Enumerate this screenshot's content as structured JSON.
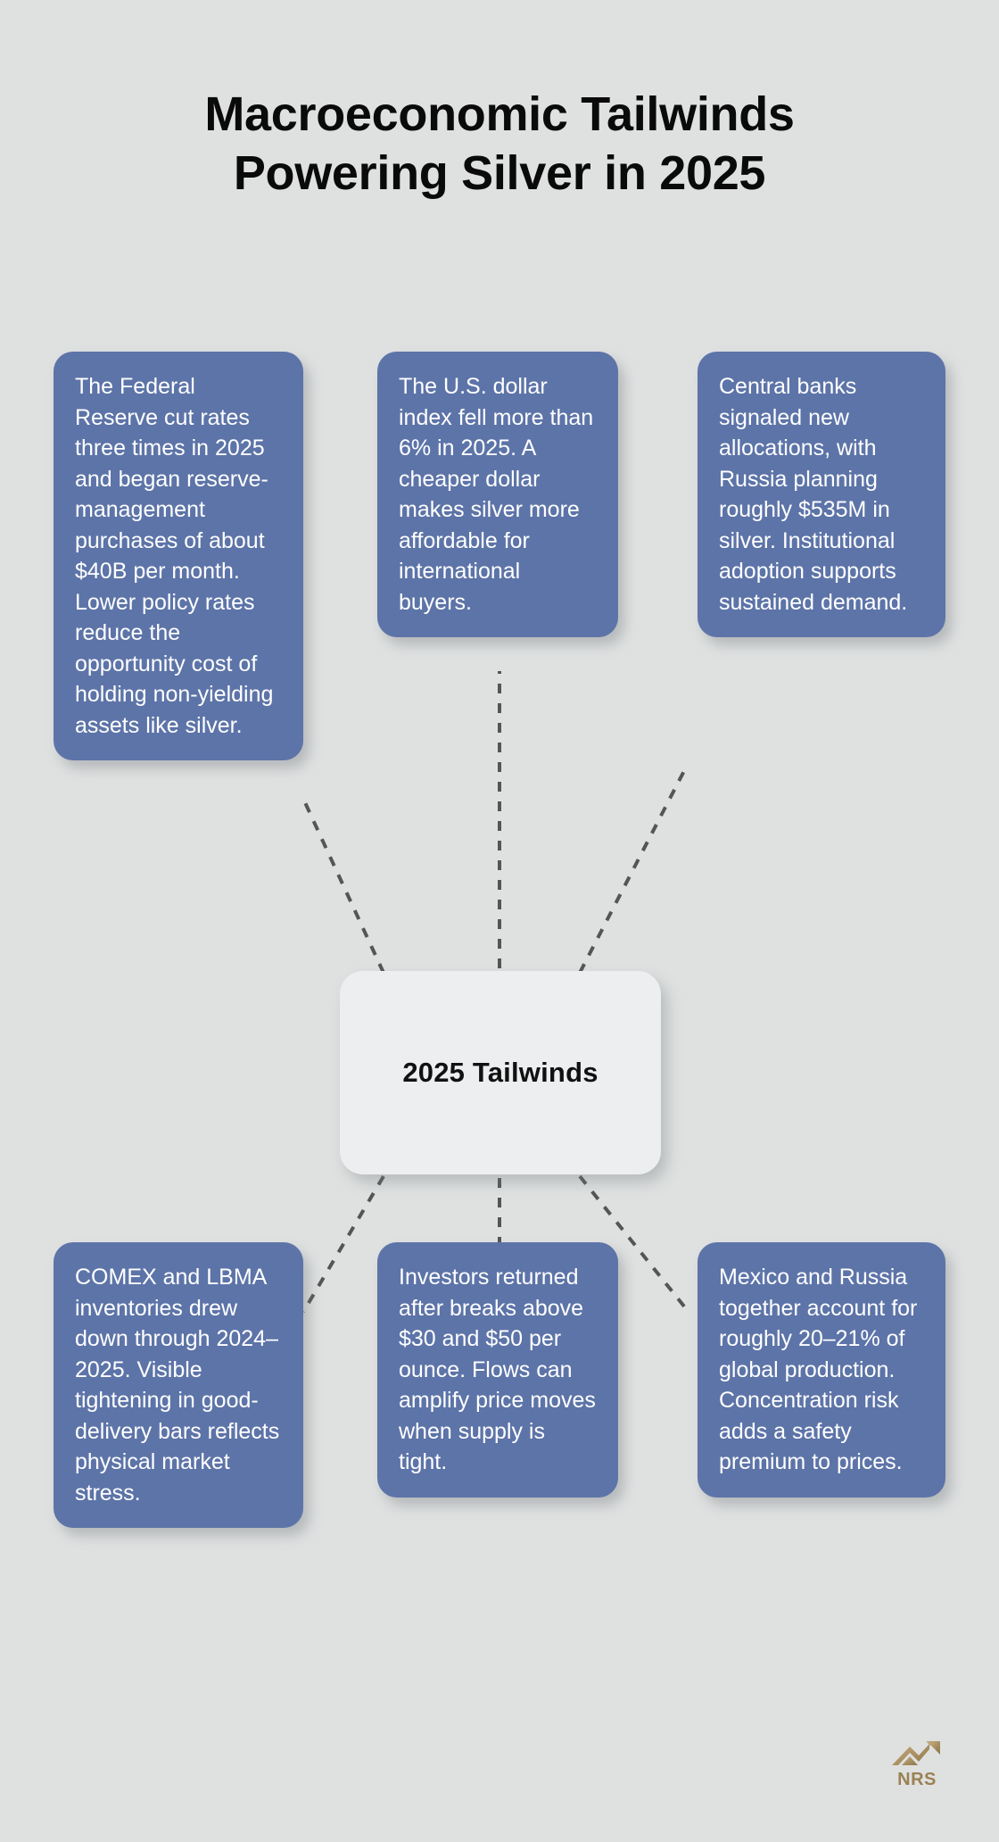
{
  "title": {
    "line1": "Macroeconomic Tailwinds",
    "line2": "Powering Silver in 2025"
  },
  "center": {
    "label": "2025 Tailwinds"
  },
  "colors": {
    "background": "#dfe1e1",
    "card_fill": "#5d74a8",
    "card_text": "#ffffff",
    "center_fill": "#eceef0",
    "center_text": "#111111",
    "connector": "#555555",
    "logo_gold": "#9b8253",
    "title_text": "#0a0a0a"
  },
  "cards": {
    "top_left": "The Federal Reserve cut rates three times in 2025 and began reserve-management purchases of about $40B per month. Lower policy rates reduce the opportunity cost of holding non-yielding assets like silver.",
    "top_mid": "The U.S. dollar index fell more than 6% in 2025. A cheaper dollar makes silver more affordable for international buyers.",
    "top_right": "Central banks signaled new allocations, with Russia planning roughly $535M in silver. Institutional adoption supports sustained demand.",
    "bottom_left": "COMEX and LBMA inventories drew down through 2024–2025. Visible tightening in good-delivery bars reflects physical market stress.",
    "bottom_mid": "Investors returned after breaks above $30 and $50 per ounce. Flows can amplify price moves when supply is tight.",
    "bottom_right": "Mexico and Russia together account for roughly 20–21% of global production. Concentration risk adds a safety premium to prices."
  },
  "logo": {
    "text": "NRS",
    "mark": "roof-arrow-icon"
  }
}
